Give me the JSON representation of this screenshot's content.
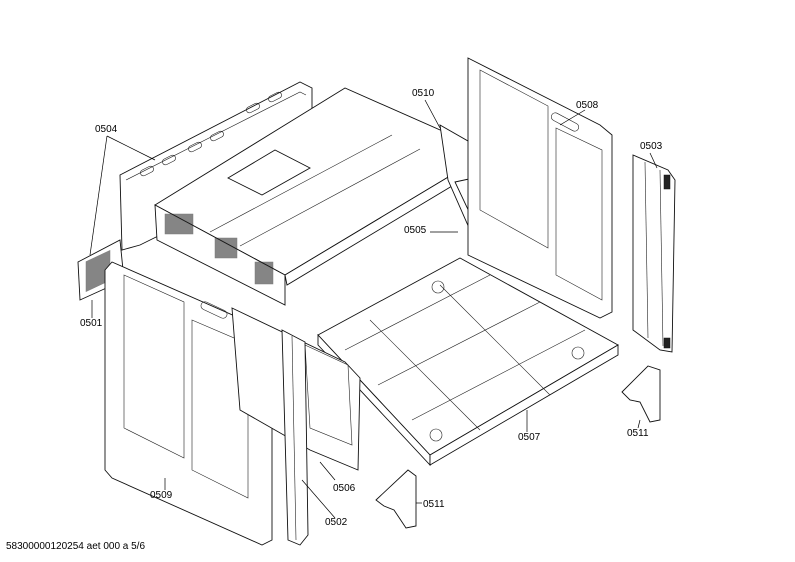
{
  "callouts": {
    "c0504": "0504",
    "c0510": "0510",
    "c0508": "0508",
    "c0503": "0503",
    "c0505": "0505",
    "c0501": "0501",
    "c0507": "0507",
    "c0511a": "0511",
    "c0506": "0506",
    "c0509": "0509",
    "c0502": "0502",
    "c0511b": "0511"
  },
  "footer": "58300000120254 aet 000 a 5/6"
}
